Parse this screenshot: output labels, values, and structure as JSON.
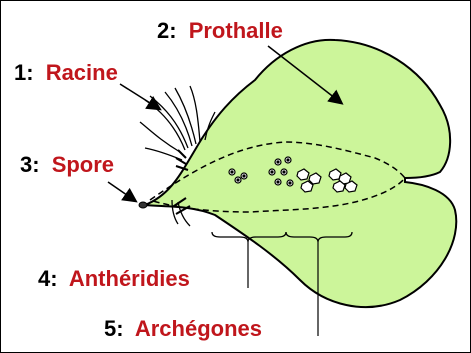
{
  "labels": [
    {
      "number": "1:",
      "term": "Racine"
    },
    {
      "number": "2:",
      "term": "Prothalle"
    },
    {
      "number": "3:",
      "term": "Spore"
    },
    {
      "number": "4:",
      "term": "Anthéridies"
    },
    {
      "number": "5:",
      "term": "Archégones"
    }
  ],
  "colors": {
    "prothallus_fill": "#ccf59a",
    "outline": "#000000",
    "term_text": "#c0161c",
    "number_text": "#000000"
  }
}
